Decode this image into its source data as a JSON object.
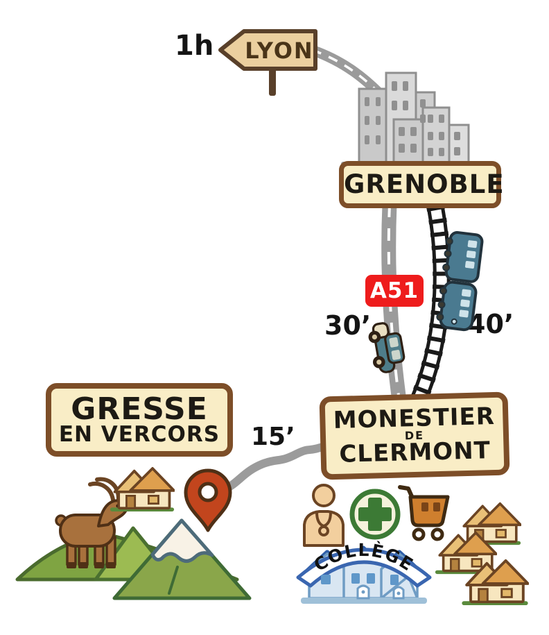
{
  "illustration": {
    "type": "stylized travel access map",
    "labels": {
      "lyon_time": "1h",
      "car_time": "30’",
      "train_time": "40’",
      "gresse_time": "15’"
    },
    "signs": {
      "lyon": "LYON",
      "grenoble": "GRENOBLE",
      "monestier_line1": "MONESTIER",
      "monestier_line2": "DE",
      "monestier_line3": "CLERMONT",
      "gresse_line1": "GRESSE",
      "gresse_line2": "EN VERCORS"
    },
    "highway_badge": "A51",
    "college_banner": "COLLÈGE",
    "icons": [
      "city-buildings-icon",
      "signpost-lyon-icon",
      "highway-road",
      "railway-track",
      "country-road",
      "car-icon",
      "train-icon",
      "location-pin-icon",
      "house-icon",
      "ibex-icon",
      "mountains-icon",
      "doctor-icon",
      "pharmacy-cross-icon",
      "shopping-cart-icon",
      "college-building-icon",
      "village-houses-icon"
    ],
    "colors": {
      "sign_fill": "#f9edc6",
      "sign_border": "#7d4e28",
      "lyon_sign_fill": "#ebcf9f",
      "lyon_sign_border": "#59402a",
      "road_gray": "#9b9b9b",
      "rail_black": "#1a1a1a",
      "badge_red": "#ee1c1c",
      "pin_red": "#c2451d",
      "mountain_green": "#8aa64a",
      "hill_green": "#7fa442",
      "snow_white": "#f8f2e6",
      "vehicle_teal": "#4e7d8a",
      "pharmacy_green": "#3c7a35",
      "cart_orange": "#cf7f2e",
      "college_blue": "#3a66b0",
      "house_wall": "#f7e6bf",
      "roof_orange": "#de9f4e",
      "roof_tan": "#e9c077",
      "goat_brown": "#a8713d",
      "text_black": "#141414"
    }
  }
}
